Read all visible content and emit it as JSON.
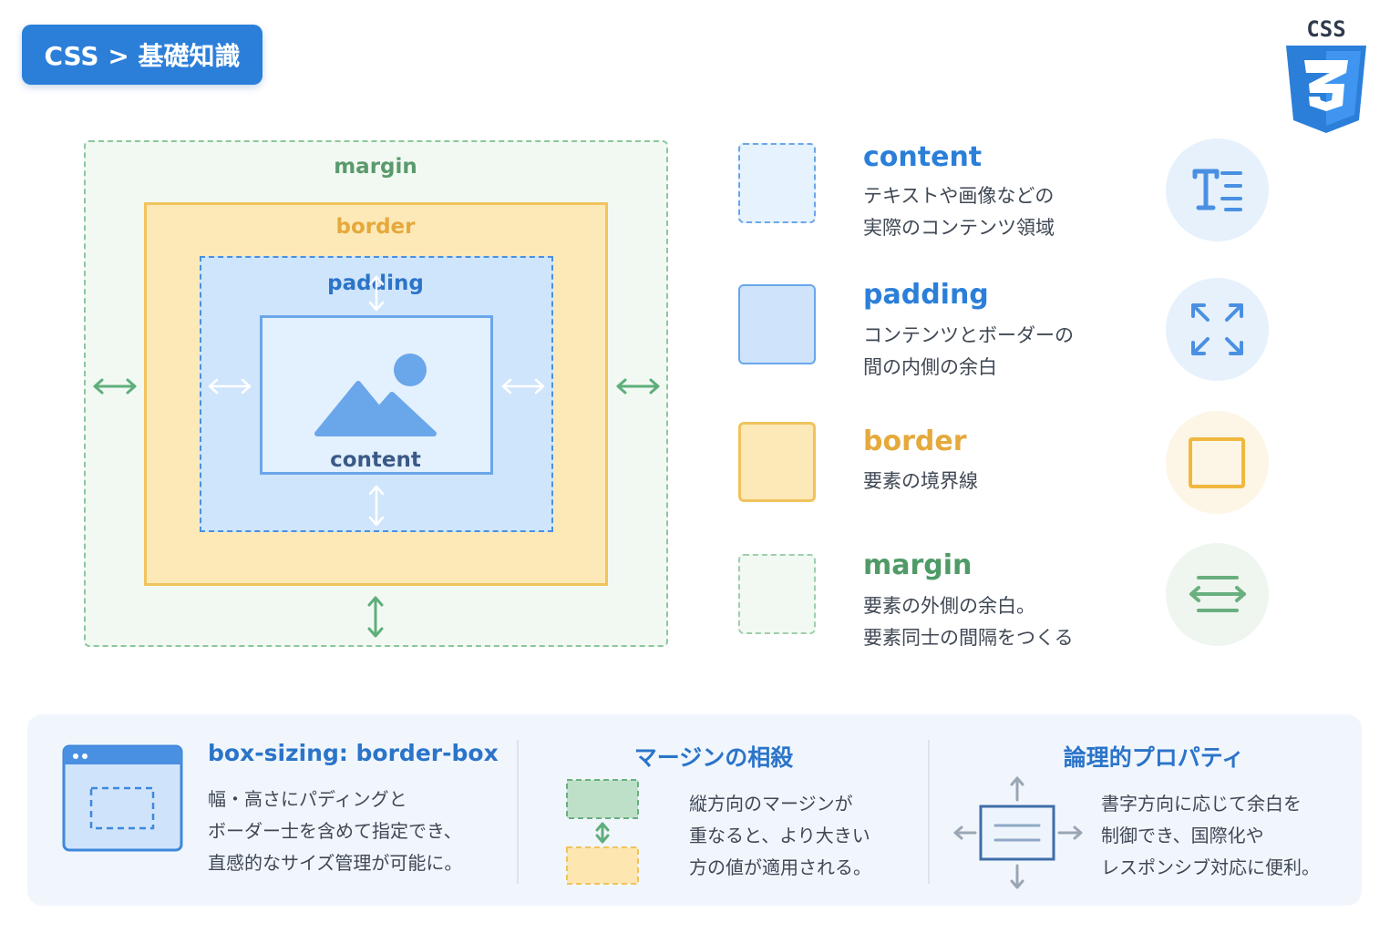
{
  "header": {
    "breadcrumb": "CSS > 基礎知識",
    "logo_text": "CSS"
  },
  "diagram": {
    "margin_label": "margin",
    "border_label": "border",
    "padding_label": "padding",
    "content_label": "content"
  },
  "legend": [
    {
      "title": "content",
      "desc": [
        "テキストや画像などの",
        "実際のコンテンツ領域"
      ],
      "color": "#2b7fd9",
      "icon": "text-format-icon"
    },
    {
      "title": "padding",
      "desc": [
        "コンテンツとボーダーの",
        "間の内側の余白"
      ],
      "color": "#2b7fd9",
      "icon": "expand-arrows-icon"
    },
    {
      "title": "border",
      "desc": [
        "要素の境界線"
      ],
      "color": "#e5a93c",
      "icon": "square-outline-icon"
    },
    {
      "title": "margin",
      "desc": [
        "要素の外側の余白。",
        "要素同士の間隔をつくる"
      ],
      "color": "#4f9a67",
      "icon": "spacing-arrows-icon"
    }
  ],
  "bottom": [
    {
      "title": "box-sizing: border-box",
      "lines": [
        "幅・高さにパディングと",
        "ボーダー士を含めて指定でき、",
        "直感的なサイズ管理が可能に。"
      ],
      "icon": "browser-window-icon"
    },
    {
      "title": "マージンの相殺",
      "lines": [
        "縦方向のマージンが",
        "重なると、より大きい",
        "方の値が適用される。"
      ],
      "icon": "margin-collapse-icon"
    },
    {
      "title": "論理的プロパティ",
      "lines": [
        "書字方向に応じて余白を",
        "制御でき、国際化や",
        "レスポンシブ対応に便利。"
      ],
      "icon": "logical-direction-icon"
    }
  ],
  "colors": {
    "accent": "#2b7fd9",
    "margin": "#8cc79d",
    "border": "#f0c35c",
    "padding": "#4a90e2"
  }
}
